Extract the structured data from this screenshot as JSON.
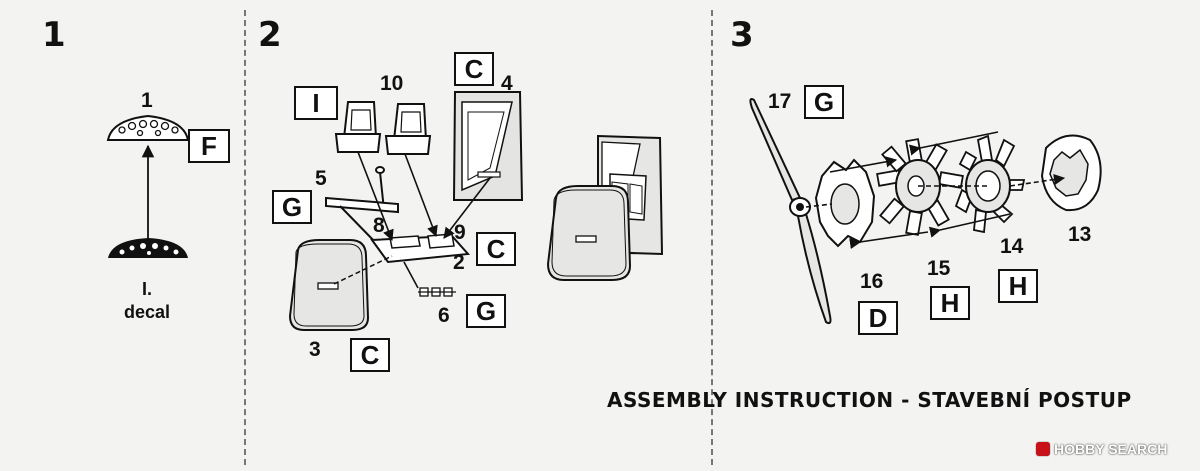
{
  "steps": [
    "1",
    "2",
    "3"
  ],
  "step1": {
    "part_number": "1",
    "part_box": "F",
    "decal_label": "I.",
    "decal_word": "decal"
  },
  "step2": {
    "numbers": {
      "p10": "10",
      "p4": "4",
      "p5": "5",
      "p8": "8",
      "p9": "9",
      "p2": "2",
      "p6": "6",
      "p3": "3"
    },
    "boxes": {
      "i": "I",
      "c_top": "C",
      "g_left": "G",
      "c_right": "C",
      "g_bottom": "G",
      "c_bottom": "C"
    }
  },
  "step3": {
    "numbers": {
      "p17": "17",
      "p14": "14",
      "p13": "13",
      "p16": "16",
      "p15": "15"
    },
    "boxes": {
      "g": "G",
      "d": "D",
      "h1": "H",
      "h2": "H"
    }
  },
  "title": "ASSEMBLY INSTRUCTION - STAVEBNÍ POSTUP",
  "watermark": "HOBBY SEARCH"
}
